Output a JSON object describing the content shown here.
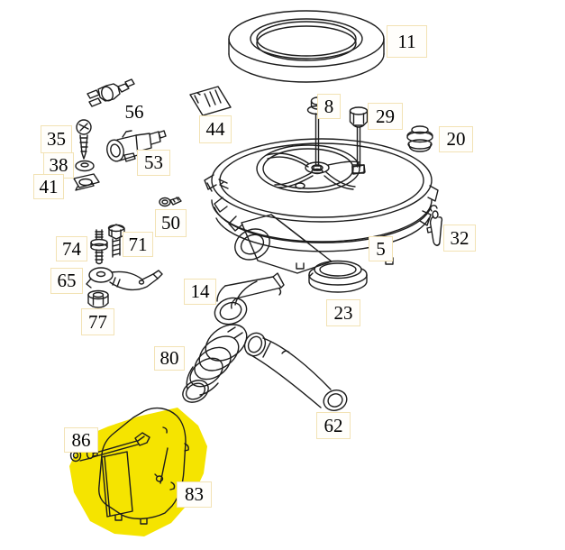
{
  "callouts": [
    {
      "label": "11"
    },
    {
      "label": "56"
    },
    {
      "label": "35"
    },
    {
      "label": "38"
    },
    {
      "label": "41"
    },
    {
      "label": "53"
    },
    {
      "label": "44"
    },
    {
      "label": "8"
    },
    {
      "label": "29"
    },
    {
      "label": "20"
    },
    {
      "label": "5"
    },
    {
      "label": "32"
    },
    {
      "label": "50"
    },
    {
      "label": "74"
    },
    {
      "label": "71"
    },
    {
      "label": "65"
    },
    {
      "label": "77"
    },
    {
      "label": "14"
    },
    {
      "label": "23"
    },
    {
      "label": "80"
    },
    {
      "label": "62"
    },
    {
      "label": "86"
    },
    {
      "label": "83"
    }
  ],
  "highlighted_part": "83",
  "colors": {
    "highlight": "#F5E400",
    "label_border": "#F2E2B4",
    "line": "#1C1C1C",
    "background": "#FFFFFF"
  }
}
